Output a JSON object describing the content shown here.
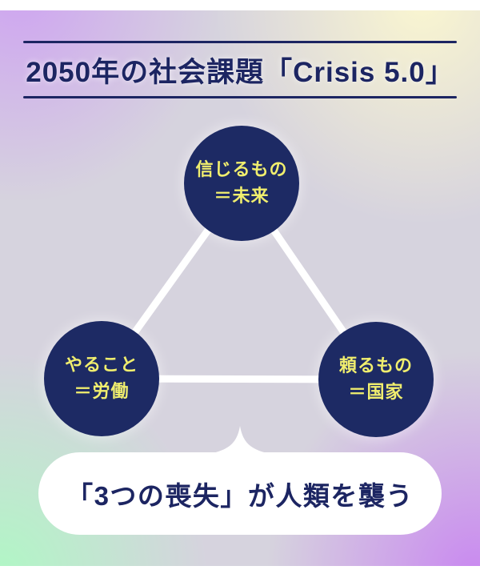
{
  "header": {
    "title": "2050年の社会課題「Crisis 5.0」"
  },
  "triangle": {
    "nodes": [
      {
        "id": "future",
        "line1": "信じるもの",
        "line2": "＝未来"
      },
      {
        "id": "labor",
        "line1": "やること",
        "line2": "＝労働"
      },
      {
        "id": "state",
        "line1": "頼るもの",
        "line2": "＝国家"
      }
    ]
  },
  "callout": {
    "text": "「3つの喪失」が人類を襲う"
  },
  "colors": {
    "navy": "#1d2a64",
    "title_navy": "#1c2562",
    "accent_yellow": "#f0ee6e",
    "connector_white": "#ffffff",
    "gradient_top_left": "#cea4f1",
    "gradient_top_right": "#faf6d0",
    "gradient_bottom_left": "#b0f7c5",
    "gradient_bottom_right": "#c988f0"
  }
}
